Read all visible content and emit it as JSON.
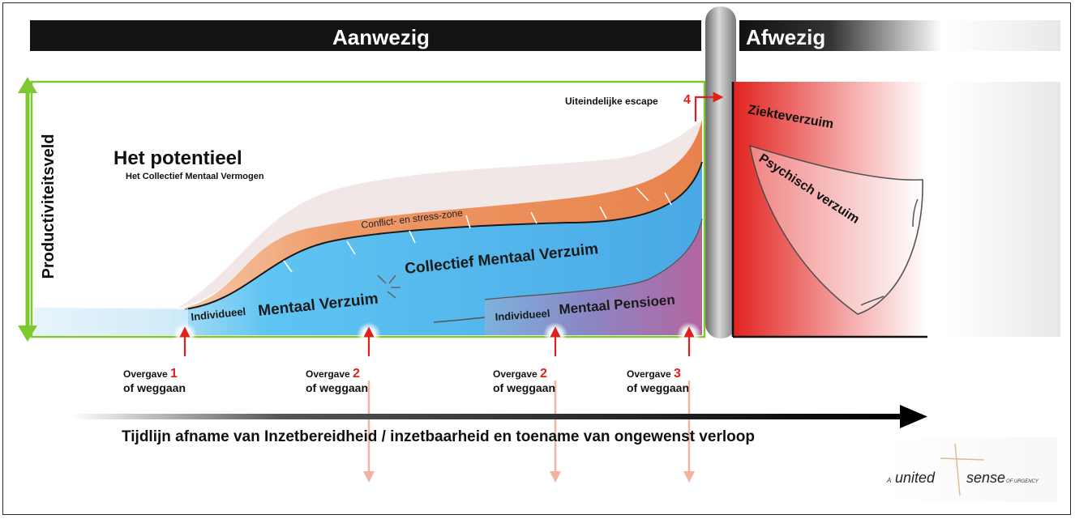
{
  "header": {
    "present_label": "Aanwezig",
    "absent_label": "Afwezig"
  },
  "axis": {
    "productivity_label": "Productiviteitsveld",
    "timeline_label": "Tijdlijn afname van Inzetbereidheid / inzetbaarheid en toename van ongewenst verloop"
  },
  "potential": {
    "title": "Het potentieel",
    "subtitle": "Het Collectief Mentaal Vermogen"
  },
  "zones": {
    "conflict": "Conflict- en stress-zone",
    "collective": "Collectief Mentaal Verzuim",
    "individual_prefix": "Individueel",
    "individual_main": "Mentaal Verzuim",
    "pension_prefix": "Individueel",
    "pension_main": "Mentaal Pensioen"
  },
  "escape": {
    "label": "Uiteindelijke escape",
    "number": "4"
  },
  "absence": {
    "sick_leave": "Ziekteverzuim",
    "psychological": "Psychisch verzuim"
  },
  "transitions": [
    {
      "line1": "Overgave",
      "number": "1",
      "line2": "of weggaan"
    },
    {
      "line1": "Overgave",
      "number": "2",
      "line2": "of weggaan"
    },
    {
      "line1": "Overgave",
      "number": "2",
      "line2": "of weggaan"
    },
    {
      "line1": "Overgave",
      "number": "3",
      "line2": "of weggaan"
    }
  ],
  "logo": {
    "prefix": "A",
    "word1": "united",
    "word2": "sense",
    "suffix": "OF URGENCY"
  },
  "colors": {
    "red_accent": "#e0201c",
    "green_frame": "#7ec832",
    "blue_zone": "#5fc4f2",
    "orange_zone": "#ee8c55",
    "purple_zone": "#b06aa8"
  }
}
